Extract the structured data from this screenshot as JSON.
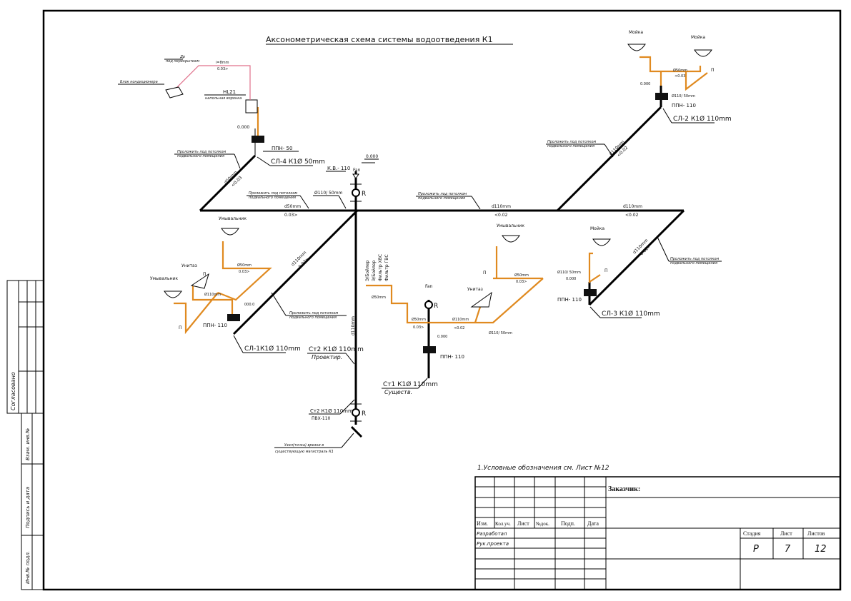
{
  "drawing": {
    "title": "Аксонометрическая схема системы водоотведения  К1",
    "note": "1.Условные обозначения см. Лист №12"
  },
  "labels": {
    "risers": {
      "sl4": "СЛ-4 К1Ø 50mm",
      "sl1": "СЛ-1К1Ø 110mm",
      "sl2": "СЛ-2 К1Ø 110mm",
      "sl3": "СЛ-3 К1Ø 110mm",
      "st2": "Ст2 К1Ø 110mm",
      "st2_note": "Проектир.",
      "st1": "Ст1 К1Ø 110mm",
      "st1_note": "Существ.",
      "st2b": "Ст2 К1Ø 110mm",
      "st2b_note": "ПВХ-110"
    },
    "fittings": {
      "ppn50": "ППН- 50",
      "ppn110": "ППН- 110",
      "kv110": "К.В.- 110",
      "fan": "Fan",
      "revision": "R",
      "hl21": "HL21",
      "hl21_note": "напольная воронка",
      "ventilation_block": "Блок кондиционера",
      "dr": "Др",
      "dr_note": "под перекрытием",
      "connection": "Узел(точка) врезки в",
      "connection_note": "существующую магистраль К1",
      "reducer": "Ø110/ 50mm",
      "reducer2": "Ø110/ 50mm"
    },
    "fixtures": {
      "washbasin": "Умывальник",
      "toilet": "Унитаз",
      "sink": "Мойка",
      "boiler1": "Э/Бойлер",
      "boiler2": "Э/Бойлер",
      "filter_hvs": "Фильтр ХВС",
      "filter_gvs": "Фильтр ГВС",
      "cleanout": "П"
    },
    "pipes": {
      "d110": "d110mm",
      "d50": "d50mm",
      "o50": "Ø50mm",
      "o110": "Ø110mm",
      "slope002": "<0.02",
      "slope003": "0.03>",
      "slope002r": "0.02>",
      "slope003l": "<0.03",
      "slope_drain": "i=8mm",
      "slope_drain2": "0.03>"
    },
    "levels": {
      "zero": "0.000",
      "zero2": "000.0"
    },
    "under_floor": "Проложить под потолком",
    "under_floor2": "подвального помещения"
  },
  "stamp": {
    "customer_label": "Заказчик:",
    "columns": [
      "Изм.",
      "Кол.уч.",
      "Лист",
      "№док.",
      "Подп.",
      "Дата"
    ],
    "rows": [
      "Разработал",
      "Рук.проекта"
    ],
    "stage_header": "Стадия",
    "sheet_header": "Лист",
    "sheets_header": "Листов",
    "stage": "Р",
    "sheet": "7",
    "sheets": "12"
  },
  "side_stamp": {
    "agreed": "Согласовано",
    "inv_repl": "Взам. инв.№",
    "sign_date": "Подпись и дата",
    "inv_orig": "Инв.№ подл."
  }
}
